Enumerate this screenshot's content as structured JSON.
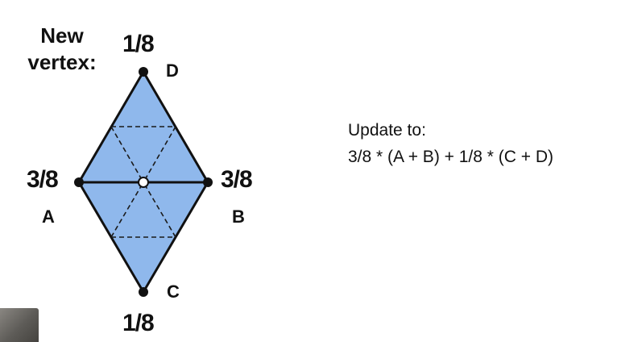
{
  "labels": {
    "new_vertex": "New vertex:",
    "weight_top": "1/8",
    "weight_bottom": "1/8",
    "weight_left": "3/8",
    "weight_right": "3/8",
    "vertex_a": "A",
    "vertex_b": "B",
    "vertex_c": "C",
    "vertex_d": "D"
  },
  "formula": {
    "line1": "Update to:",
    "line2": "3/8 * (A + B) + 1/8 * (C + D)"
  },
  "colors": {
    "fill": "#8fb8ec",
    "stroke": "#111111",
    "vertex": "#111111",
    "new_vertex": "#ffffff"
  }
}
